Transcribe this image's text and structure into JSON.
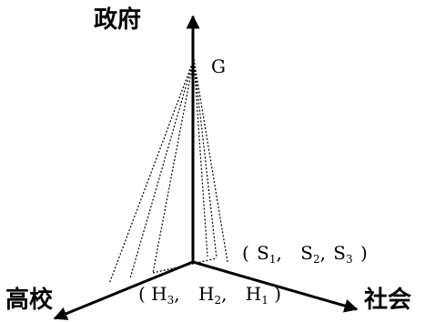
{
  "axes": {
    "government": "政府",
    "universities": "高校",
    "society": "社会"
  },
  "apex_label": "G",
  "society_points": {
    "open": "(",
    "p1": "S",
    "p1_sub": "1",
    "sep1": ",",
    "p2": "S",
    "p2_sub": "2",
    "sep2": ",",
    "p3": "S",
    "p3_sub": "3",
    "close": ")"
  },
  "university_points": {
    "open": "(",
    "p1": "H",
    "p1_sub": "3",
    "sep1": ",",
    "p2": "H",
    "p2_sub": "2",
    "sep2": ",",
    "p3": "H",
    "p3_sub": "1",
    "close": ")"
  }
}
